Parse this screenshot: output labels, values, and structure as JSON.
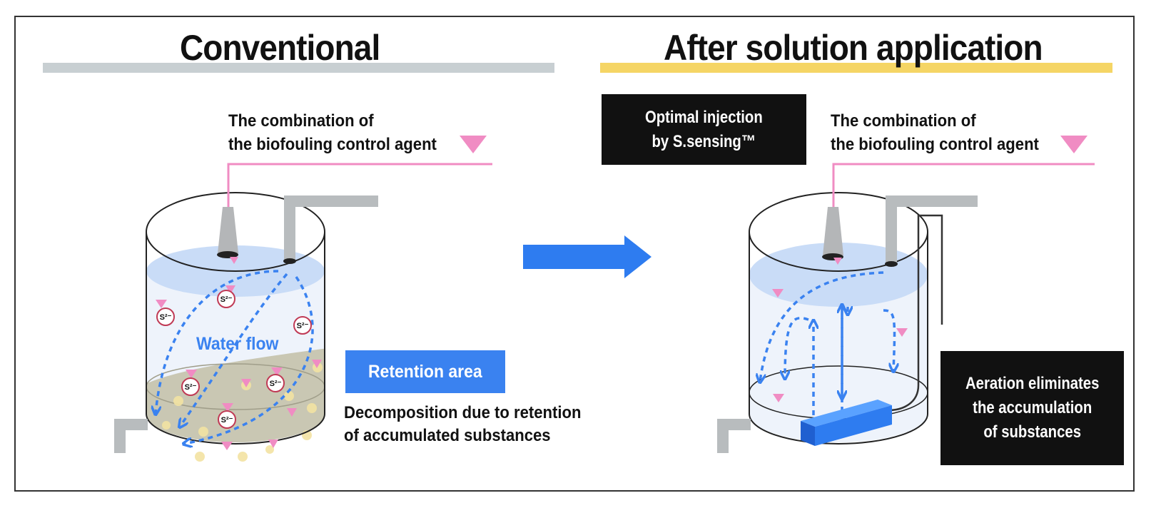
{
  "left_panel": {
    "heading": "Conventional",
    "agent_label": [
      "The combination of",
      "the biofouling control agent"
    ],
    "flow_label": "Water flow",
    "retention_label": "Retention area",
    "decomposition_text": [
      "Decomposition due to retention",
      "of accumulated substances"
    ],
    "ion_label": "S²⁻"
  },
  "right_panel": {
    "heading": "After solution application",
    "injection_box": [
      "Optimal injection",
      "by S.sensing™"
    ],
    "agent_label": [
      "The combination of",
      "the biofouling control agent"
    ],
    "aeration_box": [
      "Aeration eliminates",
      "the accumulation",
      "of substances"
    ]
  },
  "colors": {
    "left_underline": "#c8cfd2",
    "right_underline": "#f5d565",
    "arrow": "#2e7cf0",
    "agent_pink": "#f08cc3",
    "water": "#c9dcf7",
    "sediment": "#c4c2ae"
  }
}
